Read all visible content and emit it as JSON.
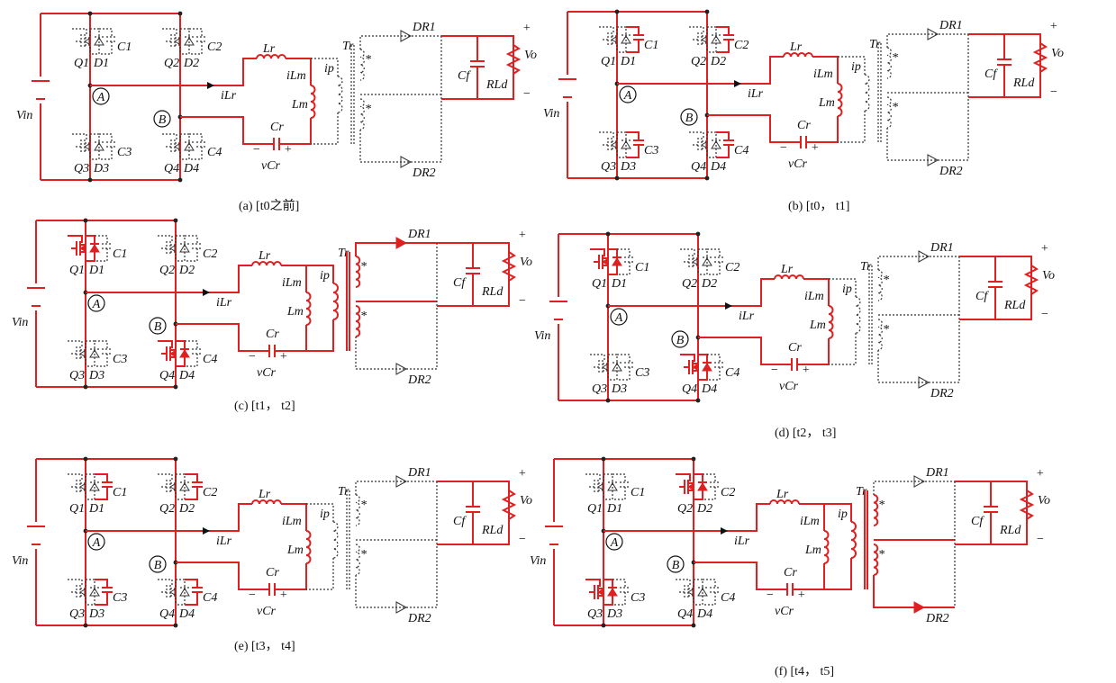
{
  "captions": [
    "(a) [t0之前]",
    "(b) [t0， t1]",
    "(c) [t1， t2]",
    "(d) [t2， t3]",
    "(e) [t3， t4]",
    "(f) [t4， t5]"
  ],
  "labels": {
    "vin": "Vin",
    "q1": "Q1",
    "q2": "Q2",
    "q3": "Q3",
    "q4": "Q4",
    "d1": "D1",
    "d2": "D2",
    "d3": "D3",
    "d4": "D4",
    "c1": "C1",
    "c2": "C2",
    "c3": "C3",
    "c4": "C4",
    "node_a": "A",
    "node_b": "B",
    "lr": "Lr",
    "lm": "Lm",
    "cr": "Cr",
    "vcr": "vCr",
    "ilr": "iLr",
    "ilm": "iLm",
    "ip": "ip",
    "tr": "Tr",
    "dr1": "DR1",
    "dr2": "DR2",
    "cf": "Cf",
    "rld": "RLd",
    "vo": "Vo",
    "plus": "+",
    "minus": "−",
    "star": "*"
  },
  "colors": {
    "active": "#e02020",
    "inactive": "#333333"
  },
  "panels": [
    {
      "id": "a",
      "active_switch": [],
      "active_cap": [],
      "tr_active": false,
      "dr1_active": false,
      "dr2_active": false,
      "out_active": true
    },
    {
      "id": "b",
      "active_switch": [],
      "active_cap": [
        "c1",
        "c2",
        "c3",
        "c4"
      ],
      "tr_active": false,
      "dr1_active": false,
      "dr2_active": false,
      "out_active": true
    },
    {
      "id": "c",
      "active_switch": [
        "q1",
        "q4"
      ],
      "active_cap": [],
      "tr_active": true,
      "dr1_active": true,
      "dr2_active": false,
      "out_active": true
    },
    {
      "id": "d",
      "active_switch": [
        "q1",
        "q4"
      ],
      "active_cap": [],
      "tr_active": false,
      "dr1_active": false,
      "dr2_active": false,
      "out_active": true
    },
    {
      "id": "e",
      "active_switch": [],
      "active_cap": [
        "c1",
        "c2",
        "c3",
        "c4"
      ],
      "tr_active": false,
      "dr1_active": false,
      "dr2_active": false,
      "out_active": true
    },
    {
      "id": "f",
      "active_switch": [
        "q2",
        "q3"
      ],
      "active_cap": [],
      "tr_active": true,
      "dr1_active": false,
      "dr2_active": true,
      "out_active": true
    }
  ]
}
